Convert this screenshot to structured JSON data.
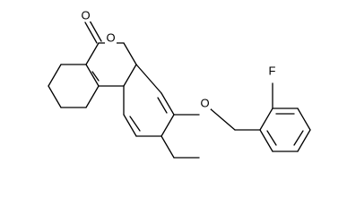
{
  "diagram": {
    "type": "chemical-structure",
    "atoms": {
      "carbonyl_oxygen": "O",
      "ring_oxygen": "O",
      "ether_oxygen": "O",
      "fluorine": "F"
    }
  }
}
